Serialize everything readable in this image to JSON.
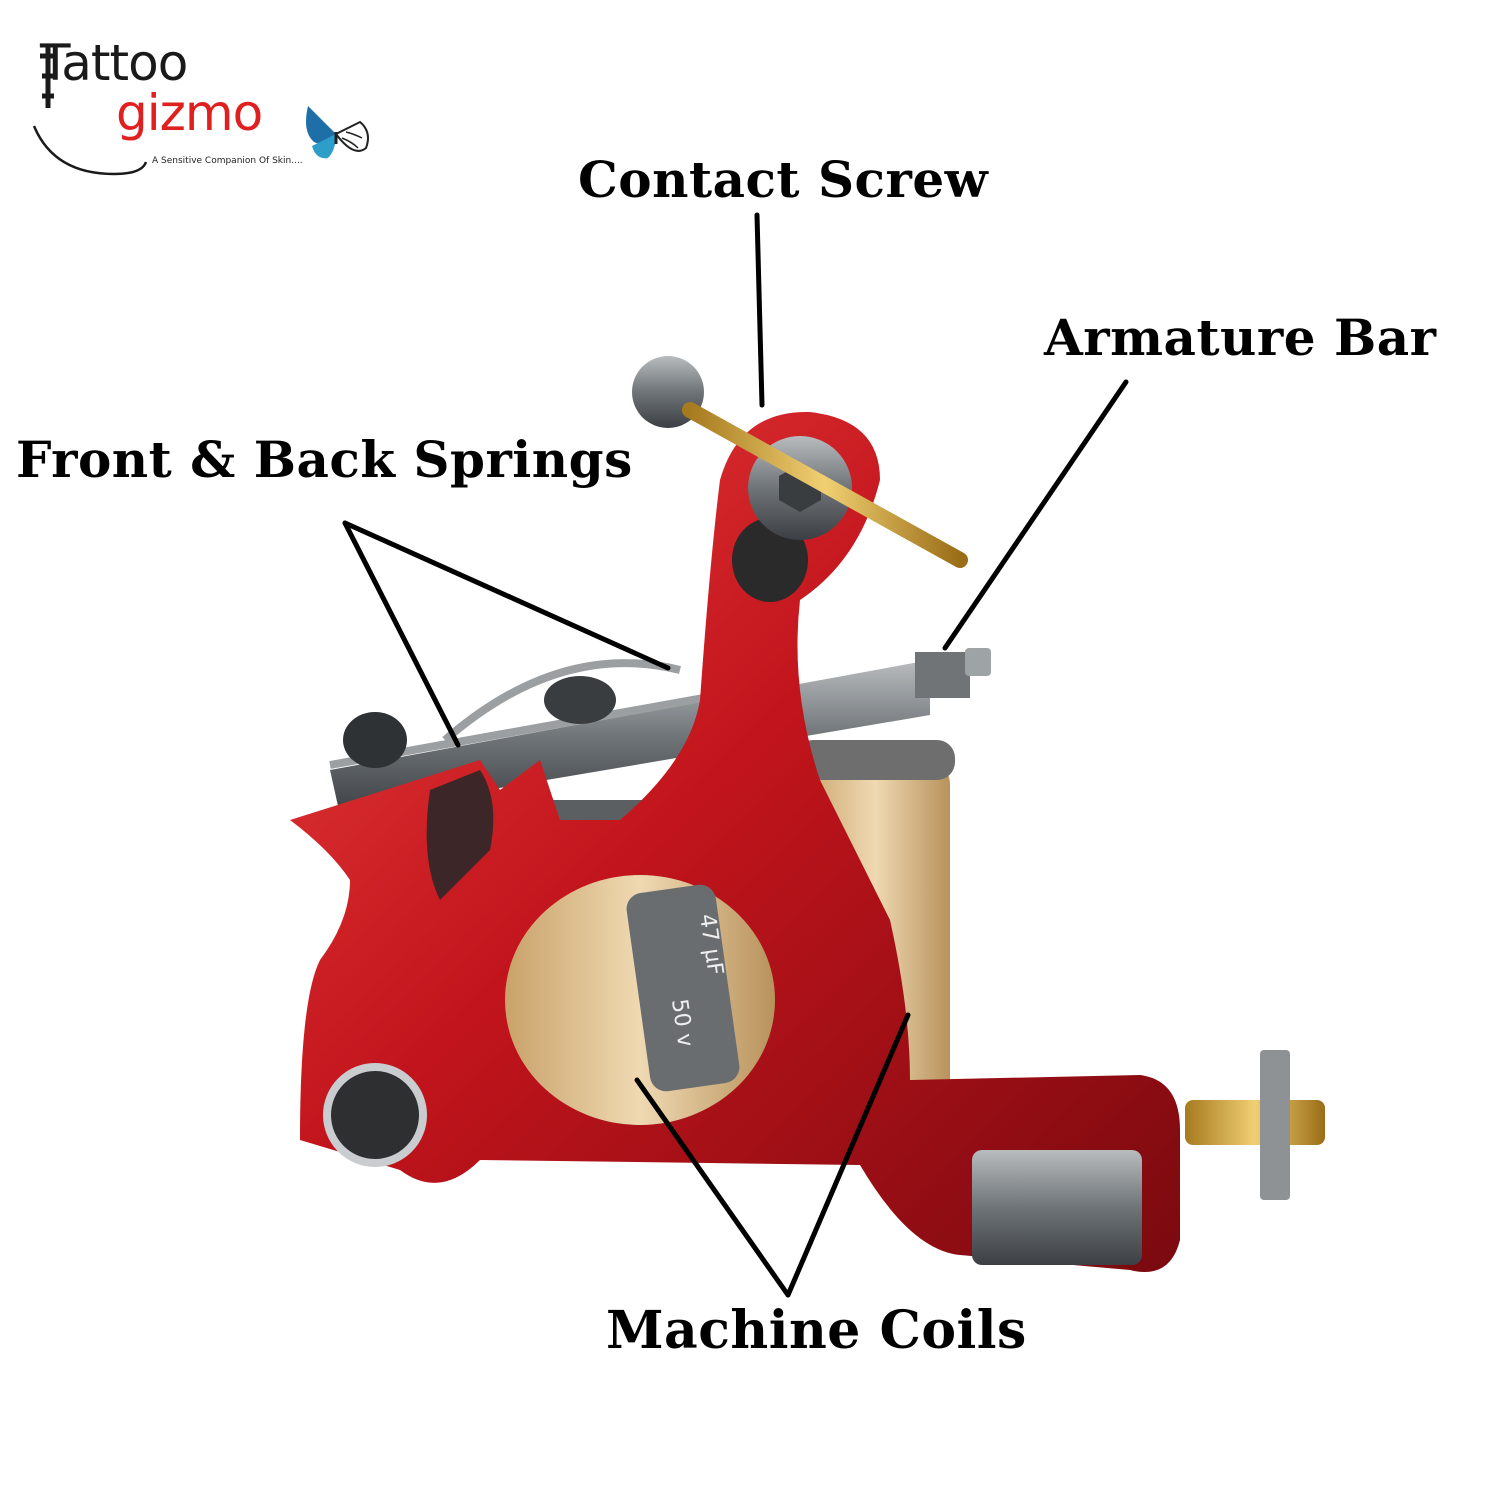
{
  "logo": {
    "word_1": "Tattoo",
    "word_2": "gizmo",
    "tagline": "A Sensitive Companion Of Skin....",
    "brand_dark": "#1a1a1a",
    "brand_red": "#e0201f"
  },
  "labels": {
    "contact_screw": "Contact Screw",
    "armature_bar": "Armature Bar",
    "springs": "Front & Back Springs",
    "coils": "Machine Coils"
  },
  "product": {
    "capacitor_value": "47 µF",
    "capacitor_voltage": "50 v",
    "frame_color": "#c2141c",
    "coil_color": "#d9b98a",
    "metal_color": "#8a8f93"
  }
}
